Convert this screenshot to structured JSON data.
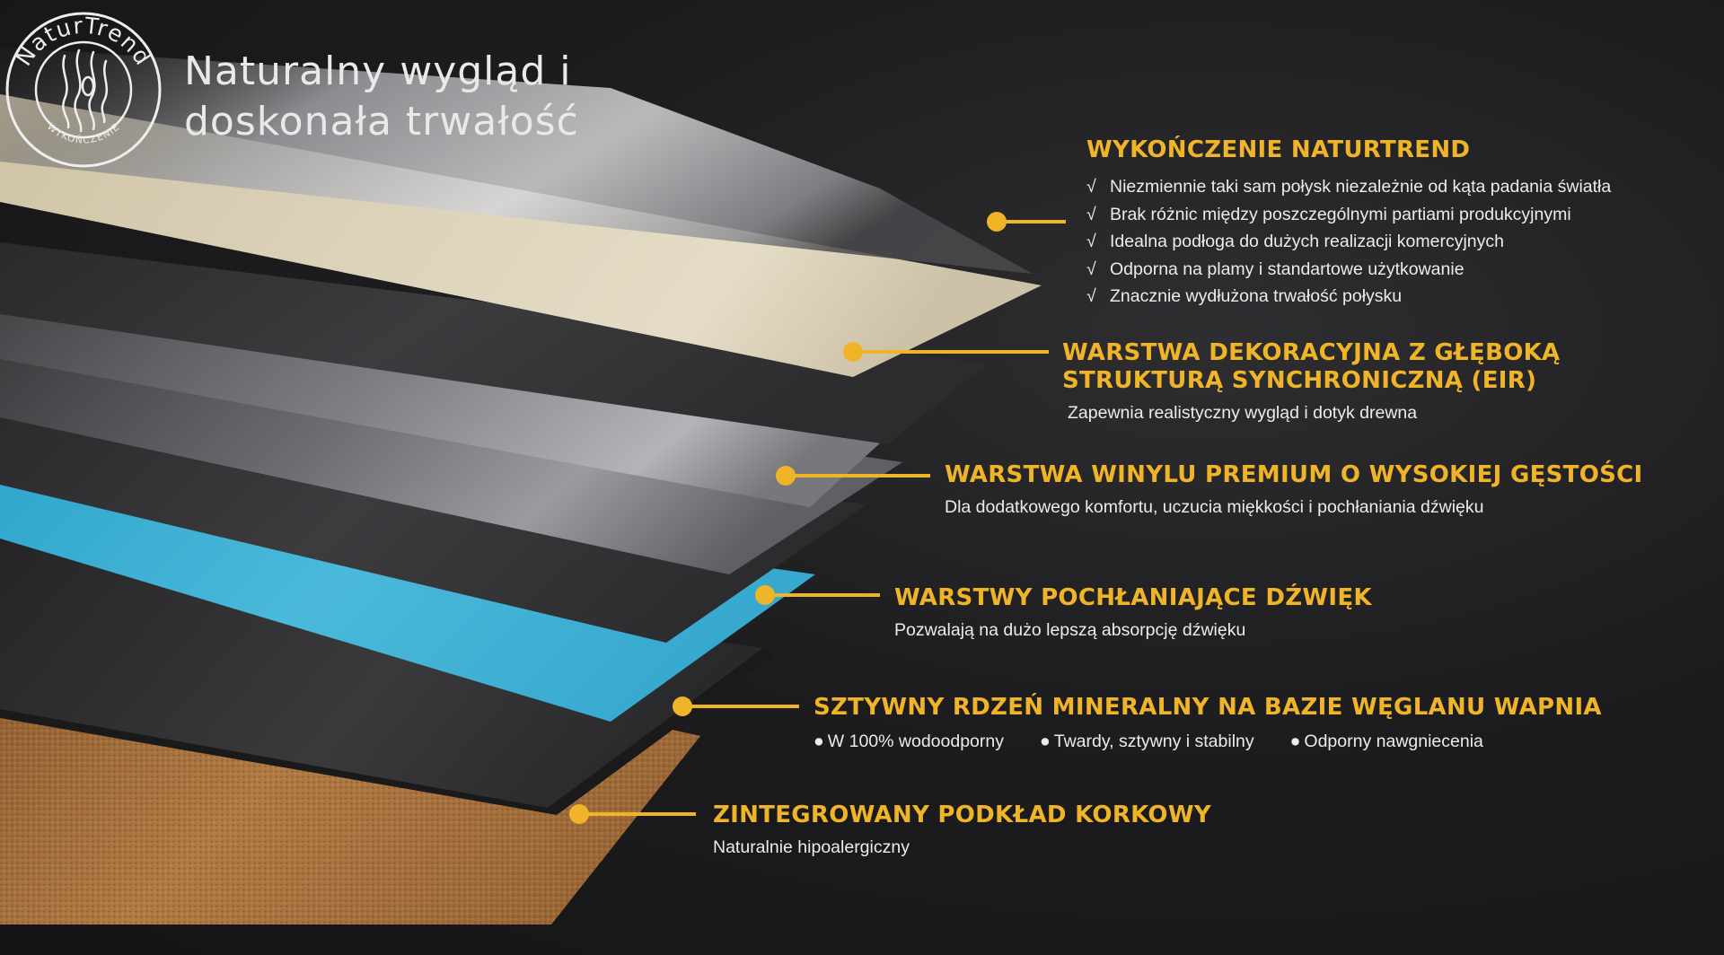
{
  "logo": {
    "top_text": "NaturTrend",
    "bottom_text": "WYKOŃCZENIE"
  },
  "headline": {
    "line1": "Naturalny wygląd i",
    "line2": "doskonała trwałość"
  },
  "colors": {
    "accent": "#f0b429",
    "blue_layer": "#3fb4d6",
    "cork": "#a8743e",
    "background": "#1d1d1f"
  },
  "layers": [
    {
      "title": "WYKOŃCZENIE NATURTREND",
      "checkmark": "√",
      "items": [
        "Niezmiennie taki sam połysk niezależnie od kąta padania światła",
        "Brak różnic między poszczególnymi partiami produkcyjnymi",
        "Idealna podłoga do dużych realizacji komercyjnych",
        "Odporna na plamy i standartowe użytkowanie",
        "Znacznie wydłużona trwałość połysku"
      ]
    },
    {
      "title_line1": "WARSTWA DEKORACYJNA Z GŁĘBOKĄ",
      "title_line2": "STRUKTURĄ SYNCHRONICZNĄ (EIR)",
      "desc": "Zapewnia realistyczny wygląd i dotyk drewna"
    },
    {
      "title": "WARSTWA WINYLU PREMIUM O WYSOKIEJ GĘSTOŚCI",
      "desc": "Dla dodatkowego komfortu, uczucia miękkości i pochłaniania dźwięku"
    },
    {
      "title": "WARSTWY POCHŁANIAJĄCE DŹWIĘK",
      "desc": "Pozwalają na dużo lepszą absorpcję dźwięku"
    },
    {
      "title": "SZTYWNY RDZEŃ MINERALNY NA BAZIE WĘGLANU WAPNIA",
      "bullet": "●",
      "bullets": [
        "W 100% wodoodporny",
        "Twardy, sztywny i stabilny",
        "Odporny nawgniecenia"
      ]
    },
    {
      "title": "ZINTEGROWANY PODKŁAD KORKOWY",
      "desc": "Naturalnie hipoalergiczny"
    }
  ]
}
